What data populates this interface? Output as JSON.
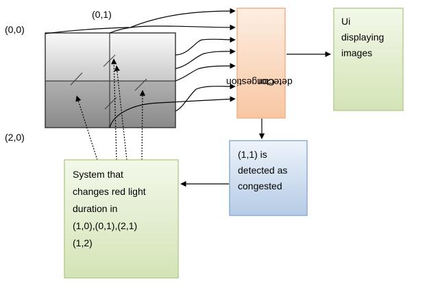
{
  "coordinates": {
    "top_left": "(0,0)",
    "top_middle": "(0,1)",
    "bottom_left": "(2,0)"
  },
  "boxes": {
    "congestion_detector": {
      "line1": "Congestion",
      "line2": "detector",
      "fill_top": "#fdeee2",
      "fill_bottom": "#f8c7a3",
      "border": "#f4b183"
    },
    "ui_display": {
      "line1": "Ui",
      "line2": "displaying",
      "line3": "images",
      "fill_top": "#f1f6e8",
      "fill_bottom": "#d7e6bd",
      "border": "#b7cf90"
    },
    "detected": {
      "line1": "(1,1) is",
      "line2": "detected as",
      "line3": "congested",
      "fill_top": "#ecf2fb",
      "fill_bottom": "#b9cde8",
      "border": "#8eabd6"
    },
    "system": {
      "line1": "System that",
      "line2": "changes red light",
      "line3": "duration in",
      "line4": "(1,0),(0,1),(2,1)",
      "line5": "(1,2)",
      "fill_top": "#f1f6e8",
      "fill_bottom": "#d7e6bd",
      "border": "#b7cf90"
    }
  },
  "grid": {
    "top_fill": "#f5f5f5",
    "bottom_fill": "#9c9c9c",
    "border": "#3a3a3a"
  }
}
